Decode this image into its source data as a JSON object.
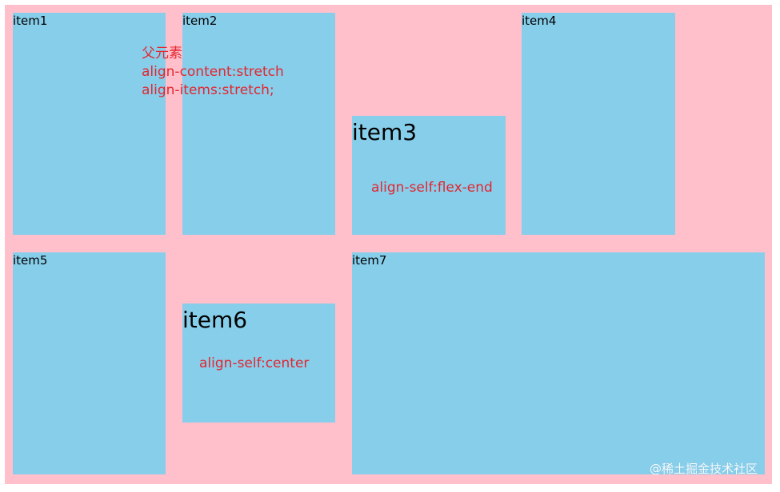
{
  "colors": {
    "container_bg": "#ffc0cb",
    "item_bg": "#87ceeb",
    "note_text": "#e3262f"
  },
  "items": [
    {
      "label": "item1"
    },
    {
      "label": "item2"
    },
    {
      "label": "item3",
      "note": "align-self:flex-end"
    },
    {
      "label": "item4"
    },
    {
      "label": "item5"
    },
    {
      "label": "item6",
      "note": "align-self:center"
    },
    {
      "label": "item7"
    }
  ],
  "parent_note": {
    "line1": "父元素",
    "line2": "align-content:stretch",
    "line3": "align-items:stretch;"
  },
  "watermark": "@稀土掘金技术社区"
}
